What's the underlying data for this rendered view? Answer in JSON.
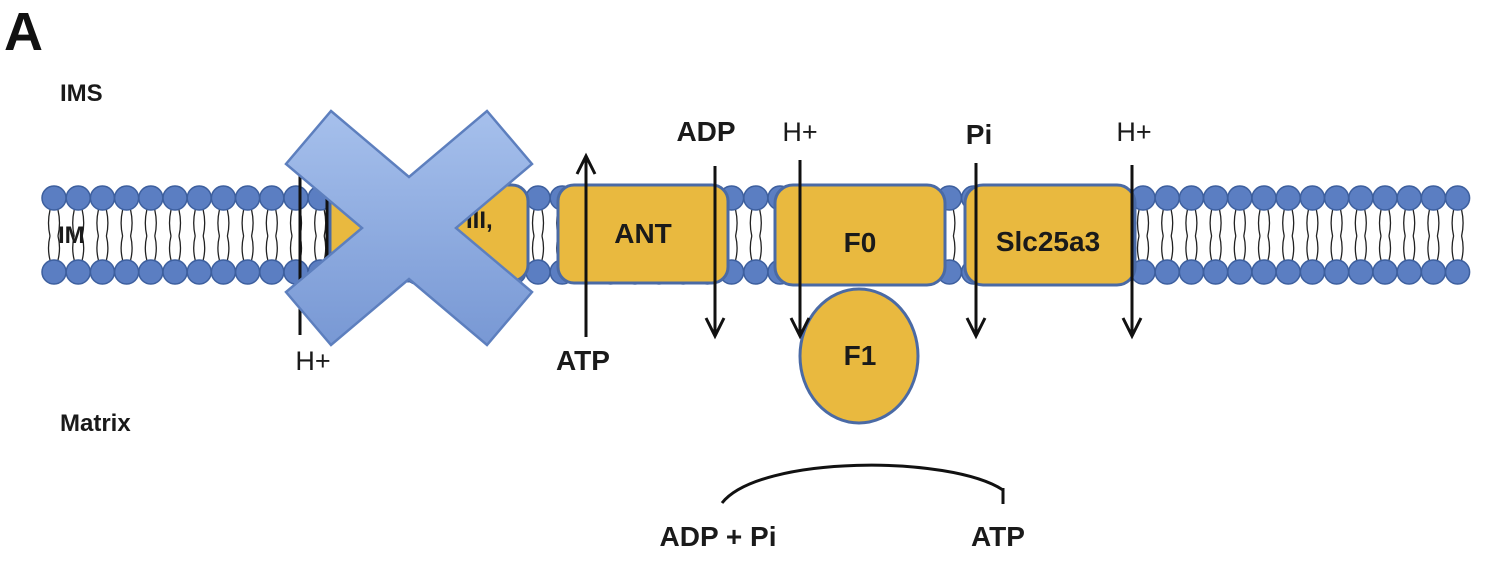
{
  "panel_letter": "A",
  "compartments": {
    "ims": "IMS",
    "im": "IM",
    "matrix": "Matrix"
  },
  "proteins": {
    "partial": "III,",
    "ant": "ANT",
    "f0": "F0",
    "f1": "F1",
    "slc": "Slc25a3"
  },
  "flux_labels": {
    "hplus_complex": "H+",
    "atp_ant": "ATP",
    "adp_ant": "ADP",
    "hplus_f0": "H+",
    "pi_slc": "Pi",
    "hplus_slc": "H+"
  },
  "reaction": {
    "substrate": "ADP + Pi",
    "product": "ATP"
  },
  "colors": {
    "lipid_head": "#5b7ec2",
    "lipid_stroke": "#3d5f9e",
    "protein_fill": "#e9b93f",
    "protein_stroke": "#4a6aa5",
    "cross_fill": "#8aa9e0",
    "cross_stroke": "#5d7fbe",
    "arrow": "#111111"
  },
  "icons": {
    "inhibition": "x-cross-icon"
  }
}
